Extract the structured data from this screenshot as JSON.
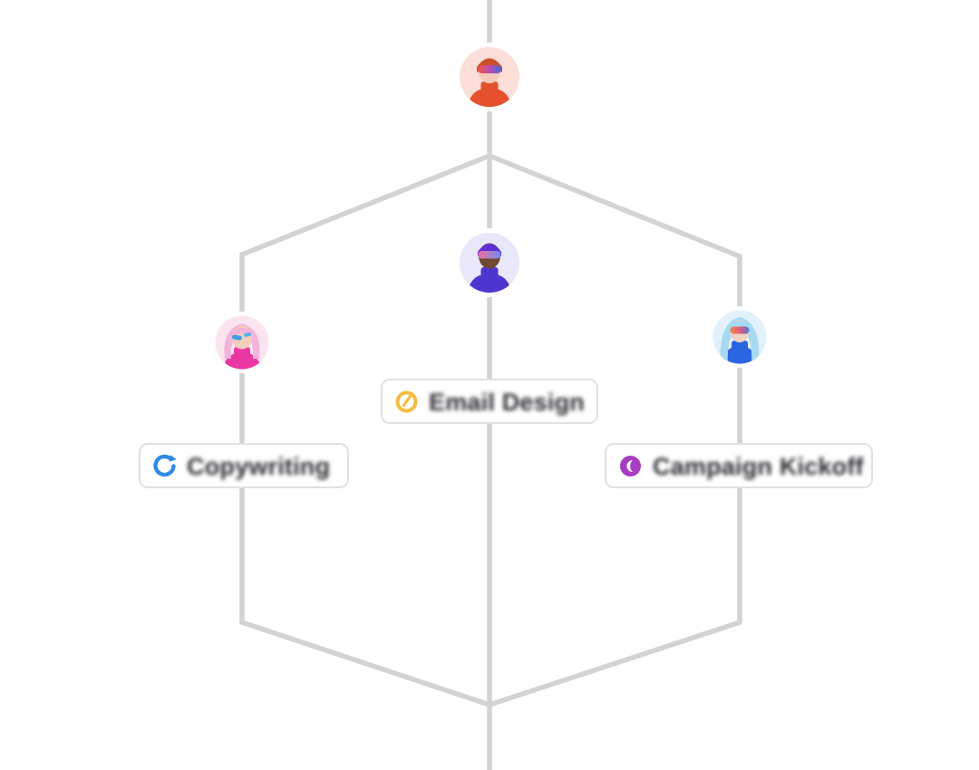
{
  "page": {
    "background_color": "#ffffff",
    "connector_color": "#d3d3d3",
    "description": "Team workflow diagram: a top avatar branches to three lanes (left, center, right), each lane holding an avatar and/or a task status pill, merging back at the bottom"
  },
  "avatars": [
    {
      "id": "top",
      "description": "person with short red hair, rainbow glasses, orange turtleneck on pink backdrop",
      "backdrop": "#fbdfd8",
      "shirt": "#e5512d"
    },
    {
      "id": "middle",
      "description": "person with short purple hair, pink-blue glasses, purple turtleneck on lilac backdrop",
      "backdrop": "#e9e7fa",
      "shirt": "#4c36cf"
    },
    {
      "id": "left",
      "description": "person with pink bob, blue face paint, magenta turtleneck on pink backdrop",
      "backdrop": "#fae4f0",
      "shirt": "#ea37a4"
    },
    {
      "id": "right",
      "description": "person with long light-blue hair, orange-blue glasses, blue turtleneck on blue backdrop",
      "backdrop": "#e2f1fb",
      "shirt": "#2b66e2"
    }
  ],
  "tasks": {
    "center": {
      "label": "Email Design",
      "status_icon": "in-progress-clock-icon",
      "status_color": "#f6bc42"
    },
    "left": {
      "label": "Copywriting",
      "status_icon": "recurring-arrow-icon",
      "status_color": "#2f8ae4"
    },
    "right": {
      "label": "Campaign Kickoff",
      "status_icon": "in-review-moon-icon",
      "status_color": "#a93cc2"
    }
  }
}
